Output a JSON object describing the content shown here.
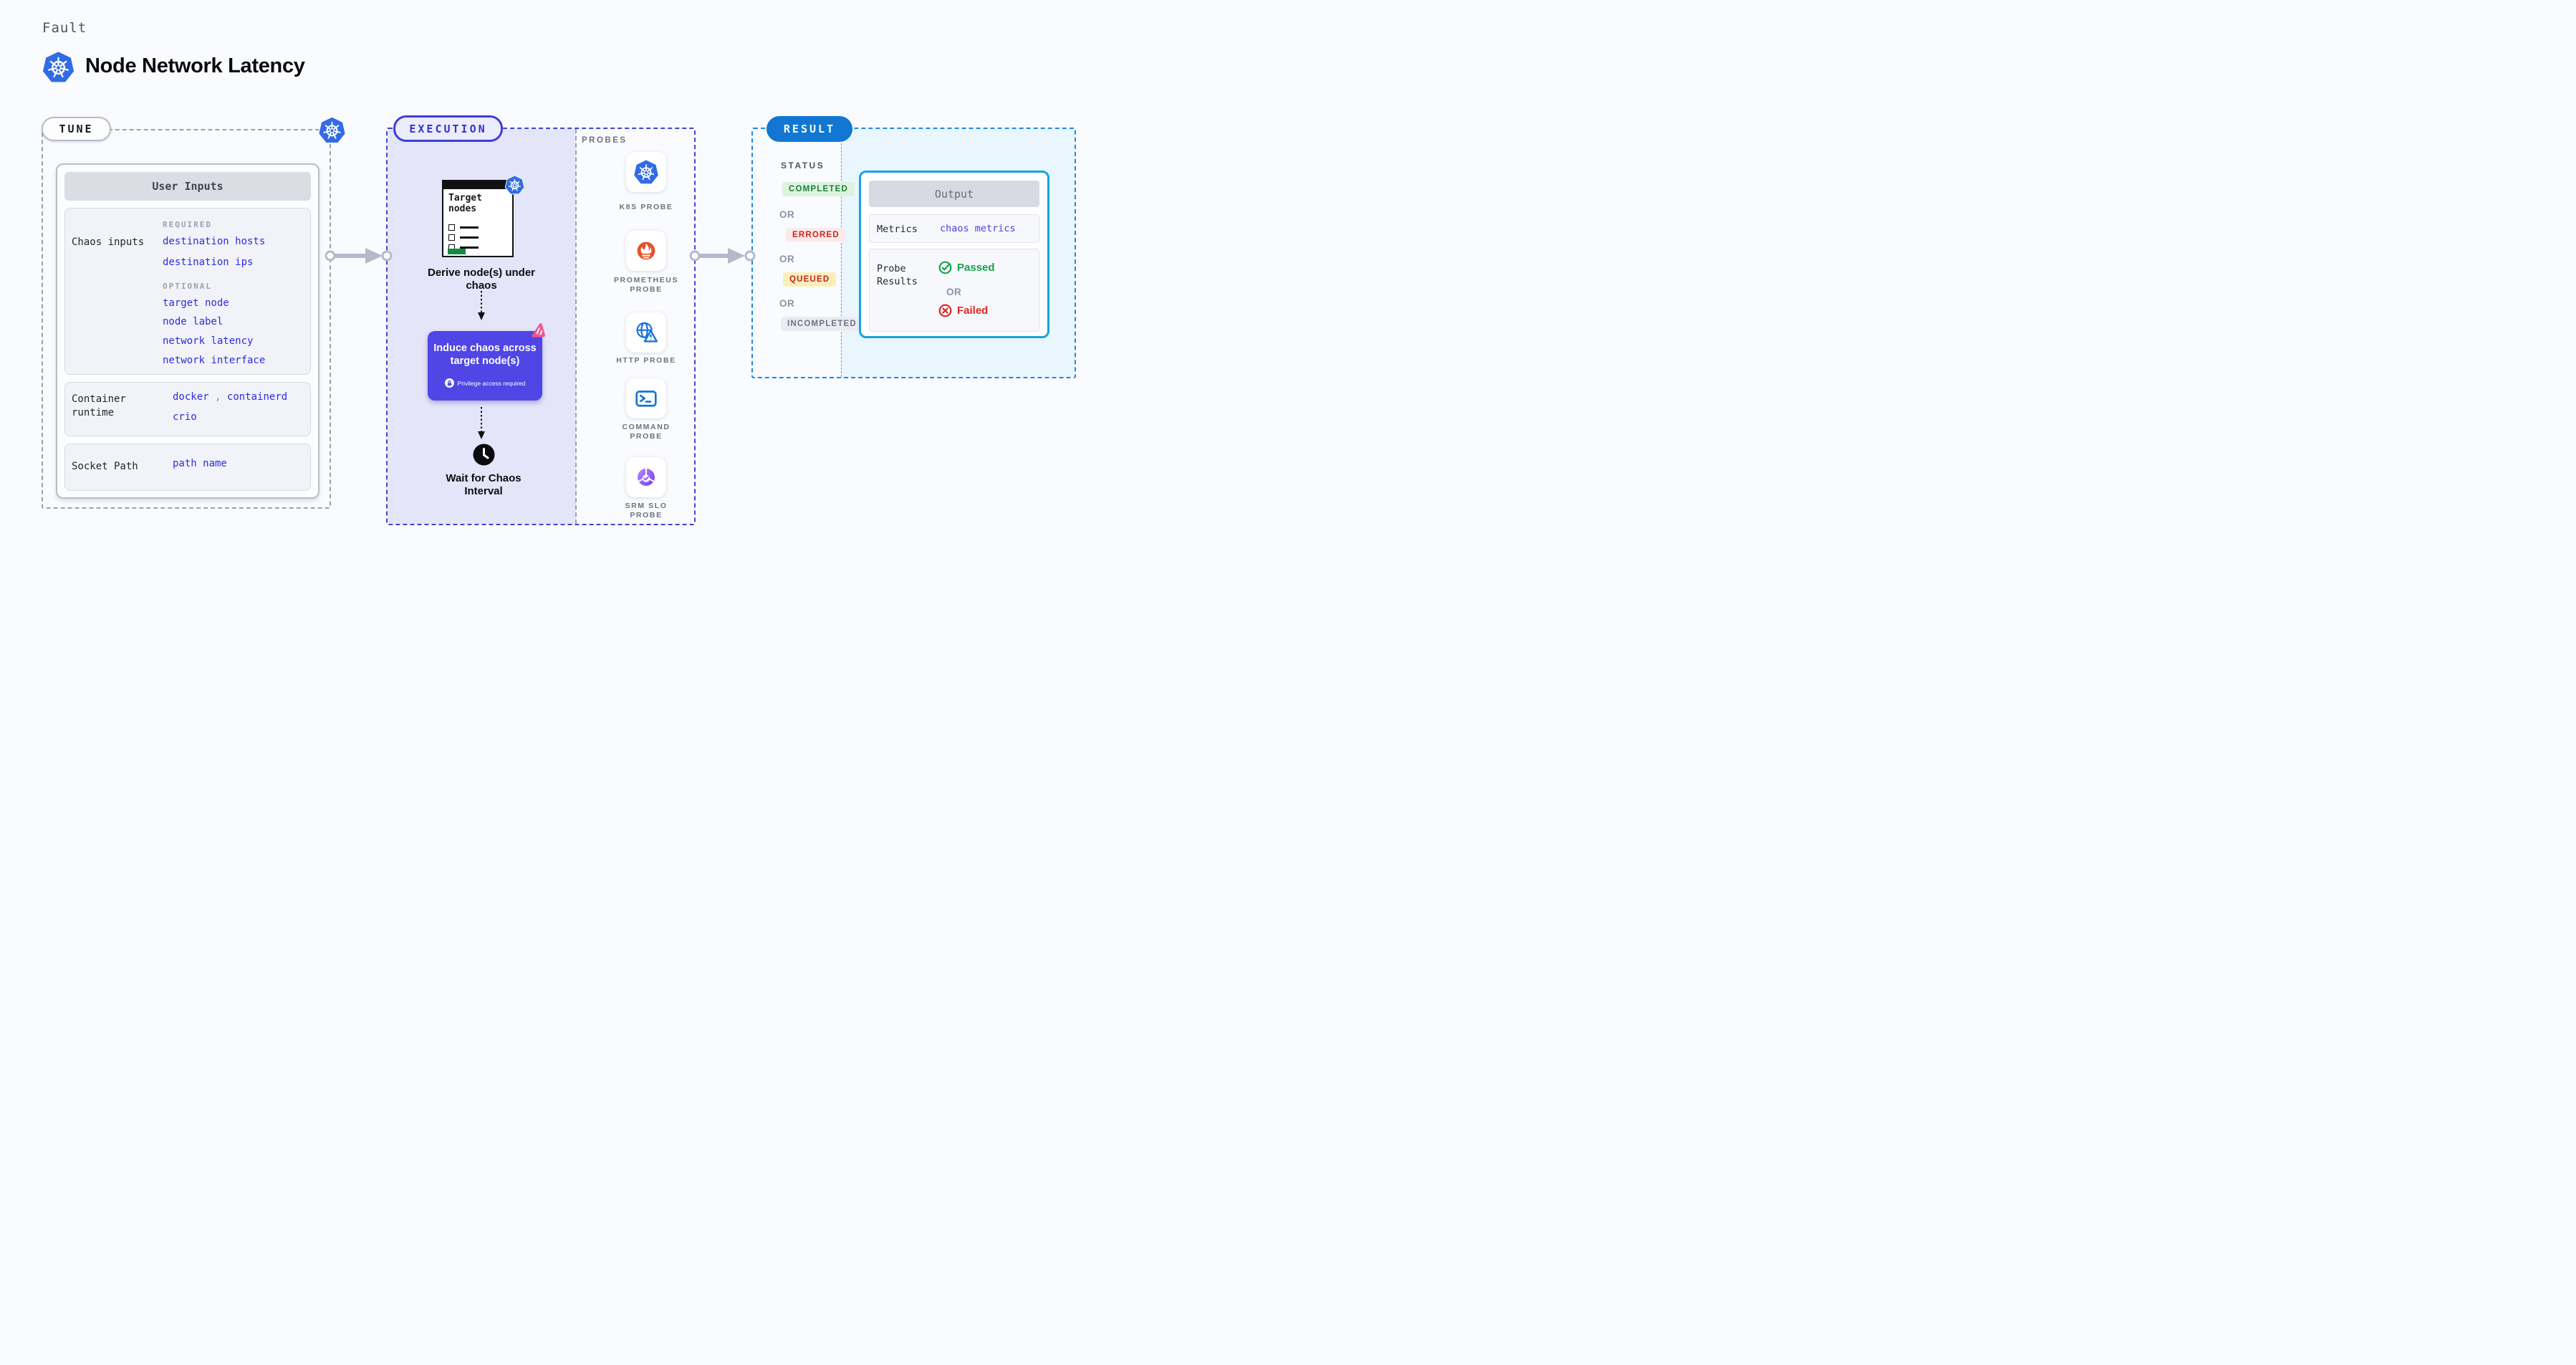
{
  "header": {
    "eyebrow": "Fault",
    "title": "Node Network Latency"
  },
  "tune": {
    "label": "TUNE",
    "panel_title": "User Inputs",
    "chaos": {
      "label": "Chaos inputs",
      "required_label": "REQUIRED",
      "required": [
        "destination hosts",
        "destination ips"
      ],
      "optional_label": "OPTIONAL",
      "optional": [
        "target node",
        "node label",
        "network latency",
        "network interface"
      ]
    },
    "runtime": {
      "label": "Container runtime",
      "v1": "docker",
      "comma": ",",
      "v2": "containerd",
      "v3": "crio"
    },
    "socket": {
      "label": "Socket Path",
      "value": "path name"
    }
  },
  "execution": {
    "label": "EXECUTION",
    "target_title": "Target nodes",
    "derive_caption": "Derive node(s) under chaos",
    "induce_text": "Induce chaos across target node(s)",
    "induce_note": "Privilege access required",
    "wait_caption": "Wait for Chaos Interval"
  },
  "probes": {
    "label": "PROBES",
    "items": [
      {
        "icon": "k8s-icon",
        "label": "K8S PROBE"
      },
      {
        "icon": "prometheus-icon",
        "label": "PROMETHEUS PROBE"
      },
      {
        "icon": "http-icon",
        "label": "HTTP PROBE"
      },
      {
        "icon": "command-icon",
        "label": "COMMAND PROBE"
      },
      {
        "icon": "srm-slo-icon",
        "label": "SRM SLO PROBE"
      }
    ]
  },
  "result": {
    "label": "RESULT",
    "status_label": "STATUS",
    "or": "OR",
    "statuses": [
      {
        "label": "COMPLETED",
        "fg": "#1a7f37",
        "bg": "#dcf3df"
      },
      {
        "label": "ERRORED",
        "fg": "#c4271f",
        "bg": "#fdeaea"
      },
      {
        "label": "QUEUED",
        "fg": "#c42222",
        "bg": "#fbeeb9"
      },
      {
        "label": "INCOMPLETED",
        "fg": "#6b7280",
        "bg": "#ebecf1"
      }
    ],
    "output": {
      "title": "Output",
      "metrics_label": "Metrics",
      "metrics_value": "chaos metrics",
      "probe_results_label": "Probe Results",
      "passed": "Passed",
      "or": "OR",
      "failed": "Failed"
    }
  },
  "colors": {
    "link_blue": "#2c2ce0",
    "comma_blue": "#4d9bf5",
    "accent_indigo": "#4f46e5",
    "execution_border": "#4044d4",
    "result_border": "#1e88e5",
    "result_pill_bg": "#1177d3",
    "k8s_blue": "#326ce5",
    "prometheus_orange": "#e6522c",
    "http_blue": "#1b72d8",
    "command_blue": "#1476d2",
    "srm_purple": "#8b5cf6",
    "passed_green": "#16a34a",
    "failed_red": "#dc2626",
    "arrow_gray": "#b6b8cb"
  }
}
